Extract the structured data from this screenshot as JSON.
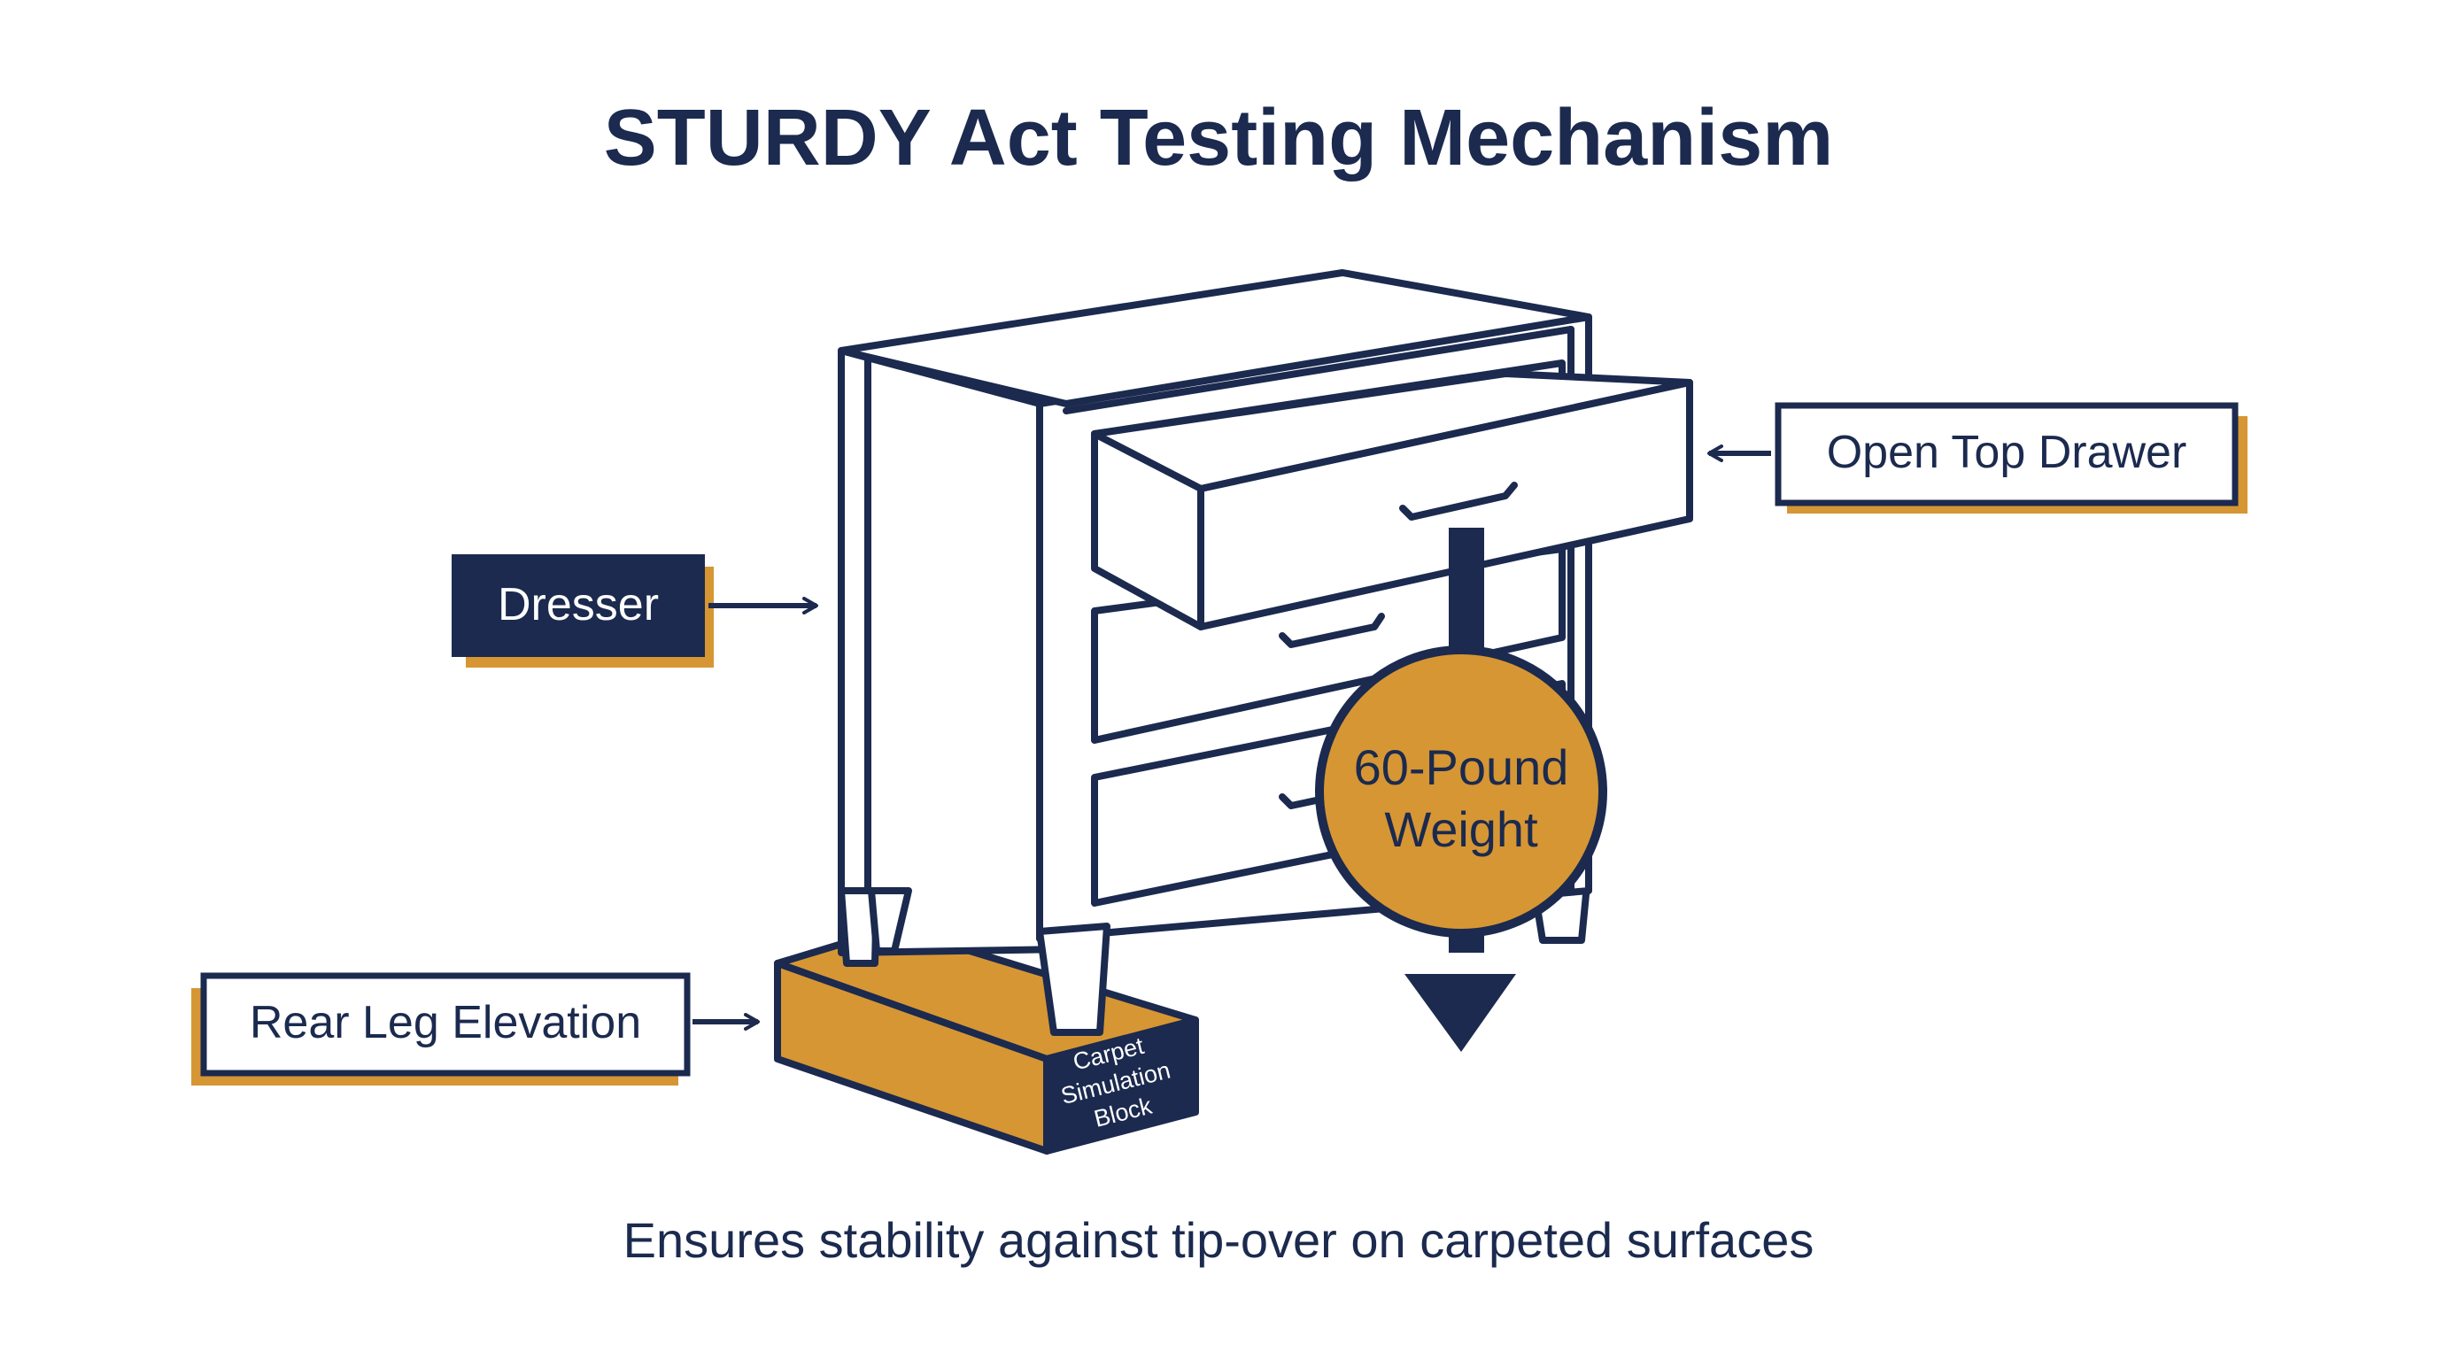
{
  "title": "STURDY Act Testing Mechanism",
  "caption": "Ensures stability against tip-over on carpeted surfaces",
  "labels": {
    "dresser": "Dresser",
    "open_top_drawer": "Open Top Drawer",
    "rear_leg_elevation": "Rear Leg Elevation",
    "weight_line1": "60-Pound",
    "weight_line2": "Weight",
    "block_line1": "Carpet",
    "block_line2": "Simulation",
    "block_line3": "Block"
  },
  "colors": {
    "navy": "#1b2a4e",
    "gold": "#d69634",
    "white": "#ffffff"
  }
}
